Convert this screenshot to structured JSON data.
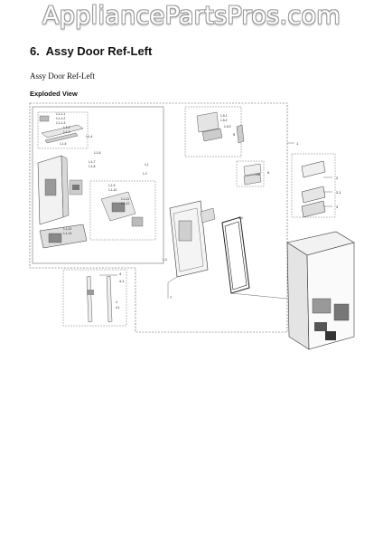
{
  "watermark": "AppliancePartsPros.com",
  "section": {
    "number": "6.",
    "title": "Assy Door Ref-Left"
  },
  "subtitle": "Assy Door Ref-Left",
  "view_label": "Exploded View",
  "callouts": {
    "c1": "1",
    "c2": "2",
    "c2_1": "2-1",
    "c3": "3",
    "c4": "4",
    "c4_1": "4-1",
    "c5": "5",
    "c6": "6",
    "c7": "7"
  }
}
